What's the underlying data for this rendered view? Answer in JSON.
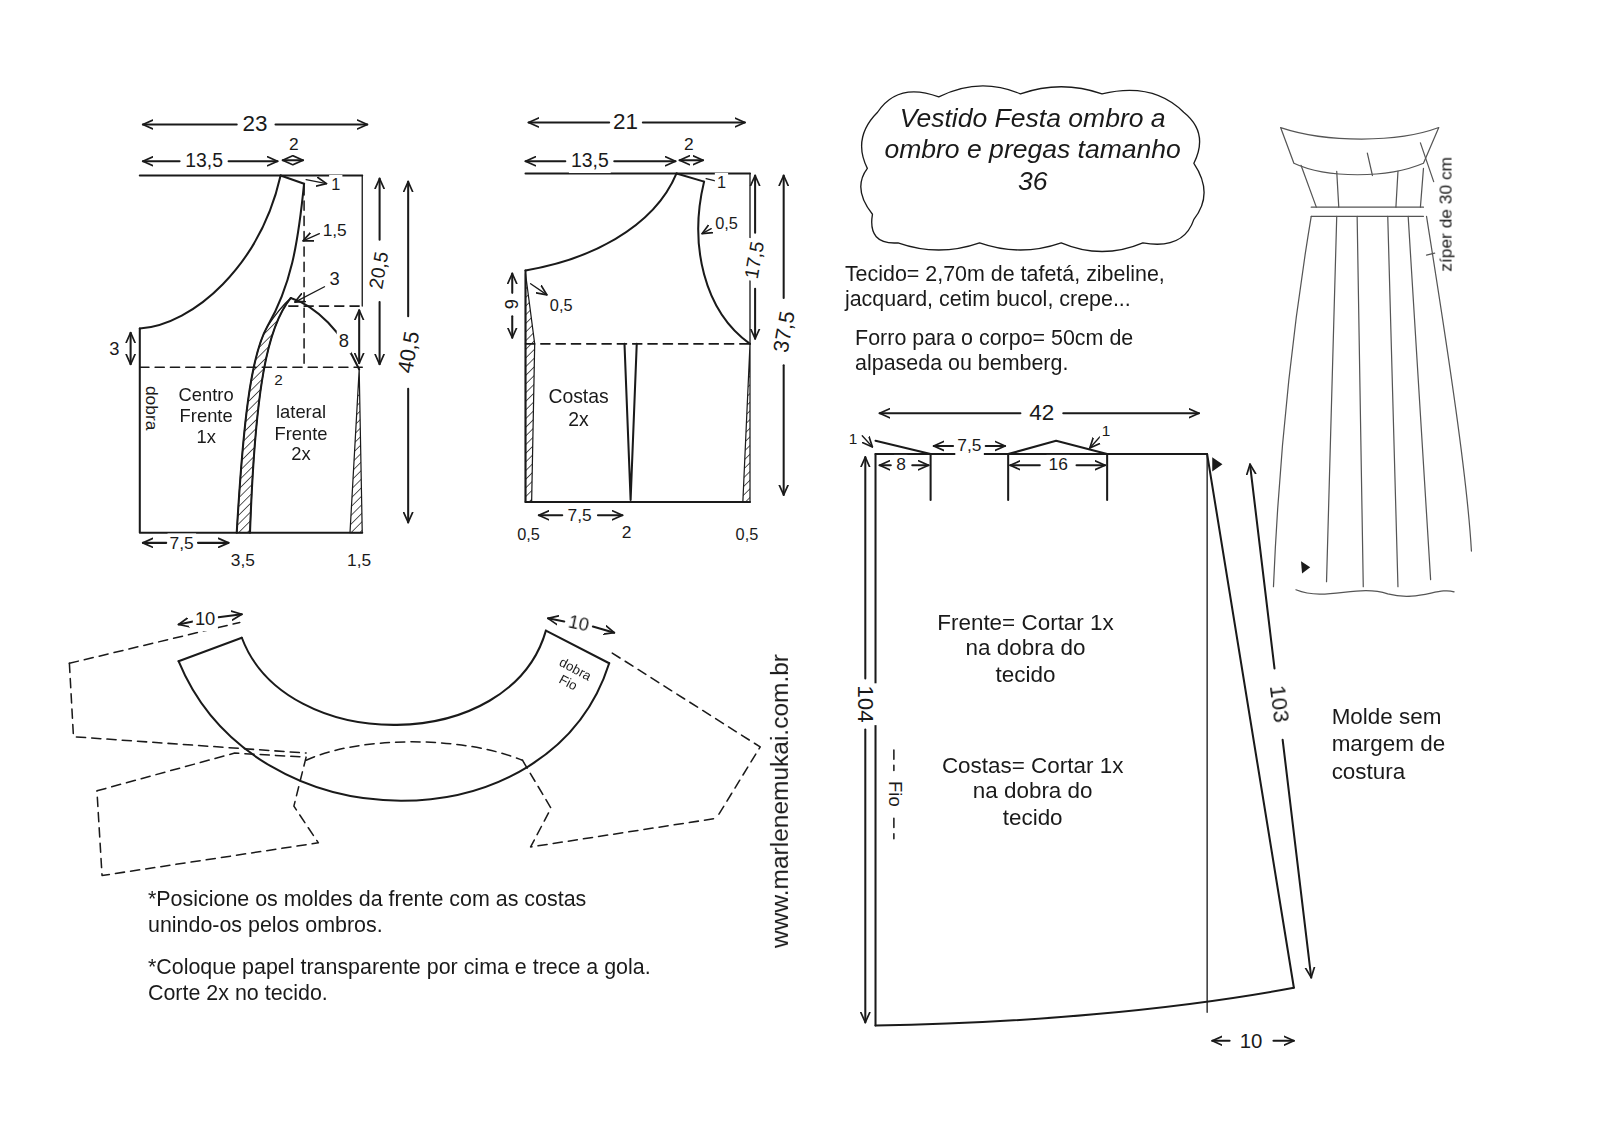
{
  "diagram": {
    "title": "Vestido Festa ombro a ombro e pregas tamanho 36",
    "nodes": [
      {
        "text": [
          "Centro Frente 1x",
          "lateral Frente 2x"
        ]
      },
      {
        "text": [
          "Costas 2x"
        ]
      },
      {
        "text": [
          "dobra Fio"
        ]
      },
      {
        "text": [
          "Frente= Cortar 1x na dobra do tecido",
          "Costas= Cortar 1x na dobra do tecido"
        ]
      }
    ],
    "labels": [
      "23",
      "13,5",
      "2",
      "1",
      "1,5",
      "3",
      "20,5",
      "40,5",
      "3",
      "8",
      "2",
      "dobra",
      "7,5",
      "3,5",
      "1,5",
      "21",
      "13,5",
      "2",
      "1",
      "0,5",
      "17,5",
      "37,5",
      "9",
      "0,5",
      "0,5",
      "7,5",
      "2",
      "0,5",
      "10",
      "10",
      "*Posicione os moldes da frente com as costas unindo-os pelos ombros.",
      "*Coloque papel transparente por cima e trece a gola. Corte 2x no tecido.",
      "www.marlenemukai.com.br",
      "Tecido= 2,70m de tafetá, zibeline, jacquard, cetim bucol, crepe...",
      "Forro para o corpo= 50cm de alpaseda ou bemberg.",
      "42",
      "1",
      "7,5",
      "1",
      "8",
      "16",
      "104",
      "Fio",
      "103",
      "10",
      "zíper de 30 cm",
      "Molde sem margem de costura"
    ]
  }
}
